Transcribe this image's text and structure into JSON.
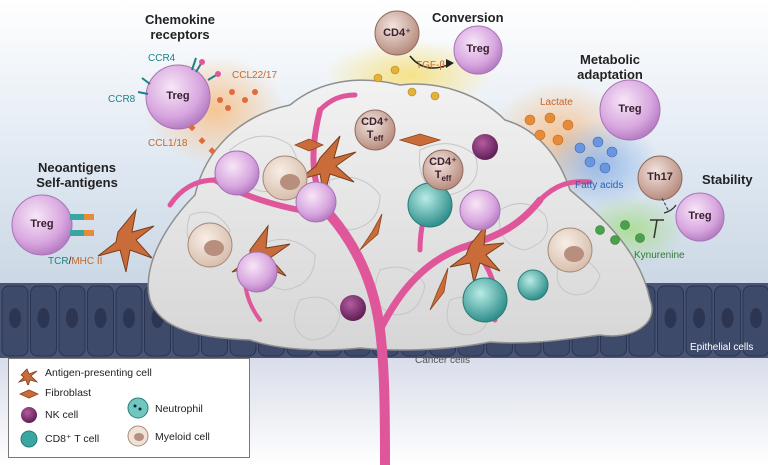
{
  "labels": {
    "chemokine_receptors": "Chemokine\nreceptors",
    "conversion": "Conversion",
    "metabolic_adaptation": "Metabolic\nadaptation",
    "stability": "Stability",
    "neoantigens": "Neoantigens\nSelf-antigens",
    "ccr4": "CCR4",
    "ccr8": "CCR8",
    "ccl22_17": "CCL22/17",
    "ccl1_18": "CCL1/18",
    "tgf_beta": "TGF-β",
    "lactate": "Lactate",
    "fatty_acids": "Fatty acids",
    "kynurenine": "Kynurenine",
    "tcr": "TCR",
    "tcr_sep": "/",
    "mhc": "MHC II",
    "cancer_cells": "Cancer cells",
    "epithelial_cells": "Epithelial cells"
  },
  "cells": {
    "treg": "Treg",
    "cd4": "CD4⁺",
    "th17": "Th17",
    "cd4_teff_top": "CD4⁺",
    "teff": "T",
    "teff_sub": "eff"
  },
  "legend": {
    "antigen_presenting_cell": "Antigen-presenting cell",
    "fibroblast": "Fibroblast",
    "nk_cell": "NK cell",
    "cd8_t_cell": "CD8⁺ T cell",
    "neutrophil": "Neutrophil",
    "myeloid_cell": "Myeloid cell"
  },
  "colors": {
    "treg": "#d9a6e0",
    "nk": "#7b2a6a",
    "cd8": "#3aa6a2",
    "apc": "#c96c3a",
    "vessel": "#e0569a",
    "epithelium": "#3e4a6a"
  }
}
